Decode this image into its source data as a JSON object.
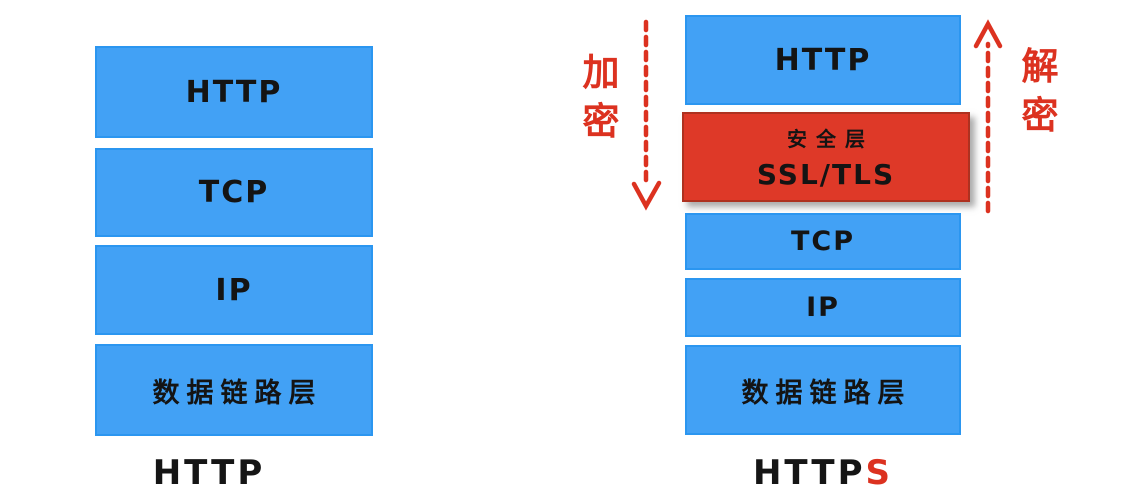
{
  "colors": {
    "blue_fill": "#42A1F5",
    "blue_border": "#2B96F0",
    "red_fill": "#DE3928",
    "red_border": "#AE3120",
    "red_accent": "#DC3220",
    "text": "#141414",
    "background": "#FFFFFF"
  },
  "left_stack": {
    "title": "HTTP",
    "layers": [
      {
        "label": "HTTP"
      },
      {
        "label": "TCP"
      },
      {
        "label": "IP"
      },
      {
        "label": "数据链路层"
      }
    ]
  },
  "right_stack": {
    "title_black": "HTTP",
    "title_red": "S",
    "layers": [
      {
        "label": "HTTP"
      },
      {
        "label_line1": "安全层",
        "label_line2": "SSL/TLS"
      },
      {
        "label": "TCP"
      },
      {
        "label": "IP"
      },
      {
        "label": "数据链路层"
      }
    ]
  },
  "annotations": {
    "encrypt_label": "加密",
    "decrypt_label": "解密"
  }
}
